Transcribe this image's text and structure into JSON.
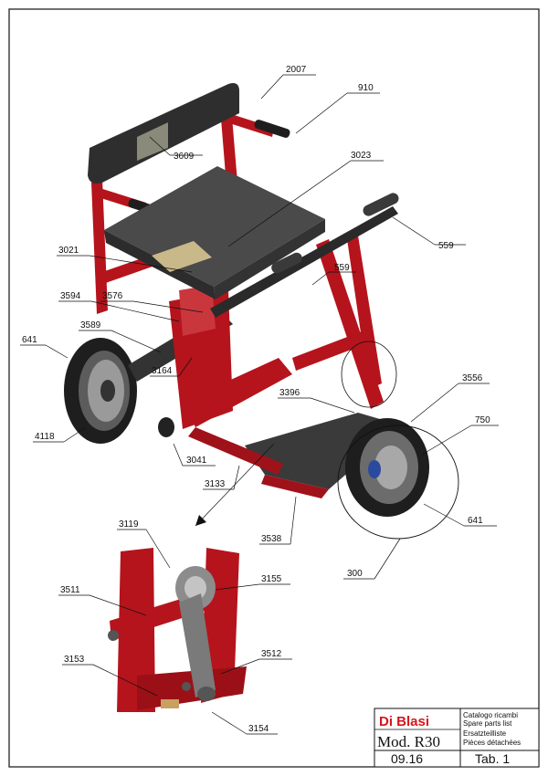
{
  "callouts": {
    "c2007": "2007",
    "c910": "910",
    "c3609": "3609",
    "c3023": "3023",
    "c559a": "559",
    "c3021": "3021",
    "c559b": "559",
    "c3594": "3594",
    "c3576": "3576",
    "c3589": "3589",
    "c641a": "641",
    "c3164": "3164",
    "c3556": "3556",
    "c3396": "3396",
    "c750": "750",
    "c4118": "4118",
    "c3041": "3041",
    "c3133": "3133",
    "c641b": "641",
    "c3538": "3538",
    "c300": "300",
    "c3119": "3119",
    "c3155": "3155",
    "c3511": "3511",
    "c3512": "3512",
    "c3153": "3153",
    "c3154": "3154"
  },
  "title_block": {
    "brand": "Di Blasi",
    "catalog_lines": [
      "Catalogo ricambi",
      "Spare parts list",
      "Ersatzteilliste",
      "Pièces détachées"
    ],
    "model": "Mod. R30",
    "date": "09.16",
    "table": "Tab. 1"
  },
  "colors": {
    "frame_red": "#b5141c",
    "seat_gray": "#4a4a4a",
    "tire_black": "#1e1e1e",
    "brand_red": "#d8161c"
  }
}
